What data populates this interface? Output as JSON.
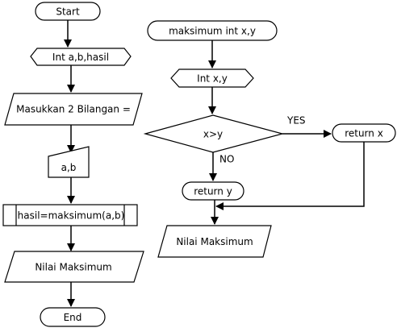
{
  "left_flow": {
    "start": "Start",
    "declare": "Int a,b,hasil",
    "prompt": "Masukkan 2 Bilangan =",
    "input": "a,b",
    "process": "hasil=maksimum(a,b)",
    "output": "Nilai Maksimum",
    "end": "End"
  },
  "right_flow": {
    "function": "maksimum int x,y",
    "declare": "Int x,y",
    "decision": "x>y",
    "yes_label": "YES",
    "no_label": "NO",
    "return_x": "return x",
    "return_y": "return y",
    "output": "Nilai Maksimum"
  }
}
